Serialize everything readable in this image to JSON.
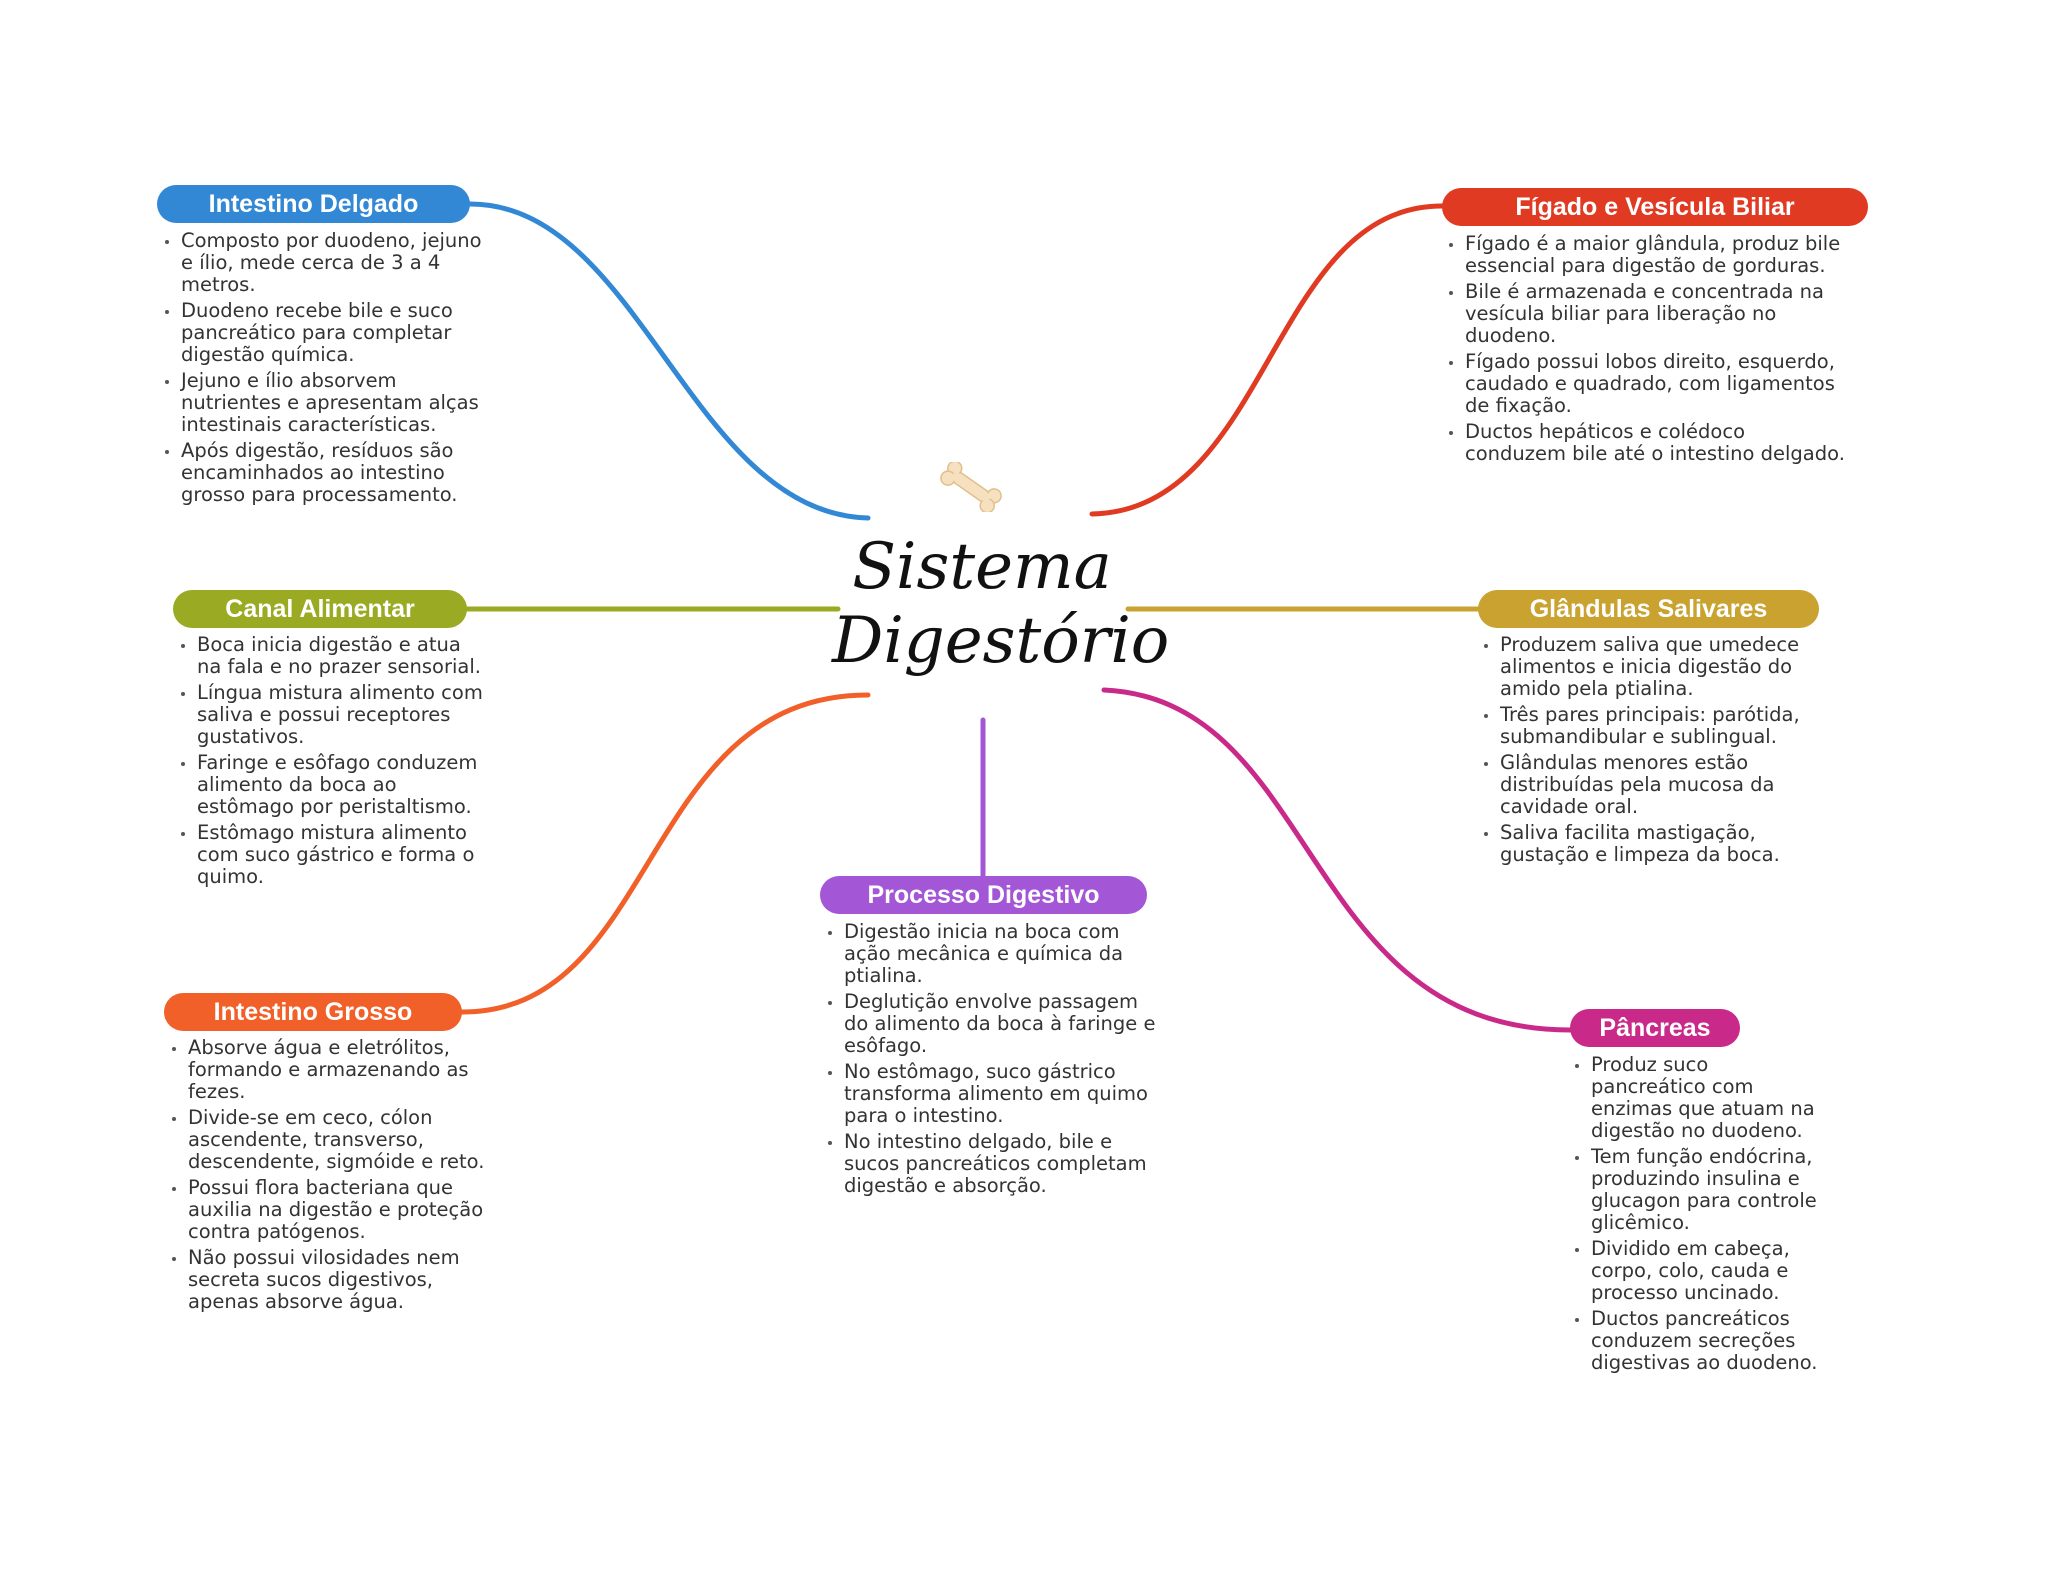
{
  "title": {
    "line1": "Sistema",
    "line2": "Digestório"
  },
  "center_icon": "bone-icon",
  "branches": {
    "intestino_delgado": {
      "label": "Intestino Delgado",
      "color": "#3388d6",
      "items": [
        "Composto por duodeno, jejuno e ílio, mede cerca de 3 a 4 metros.",
        "Duodeno recebe bile e suco pancreático para completar digestão química.",
        "Jejuno e ílio absorvem nutrientes e apresentam alças intestinais características.",
        "Após digestão, resíduos são encaminhados ao intestino grosso para processamento."
      ]
    },
    "figado": {
      "label": "Fígado e Vesícula Biliar",
      "color": "#e03a22",
      "items": [
        "Fígado é a maior glândula, produz bile essencial para digestão de gorduras.",
        "Bile é armazenada e concentrada na vesícula biliar para liberação no duodeno.",
        "Fígado possui lobos direito, esquerdo, caudado e quadrado, com ligamentos de fixação.",
        "Ductos hepáticos e colédoco conduzem bile até o intestino delgado."
      ]
    },
    "canal_alimentar": {
      "label": "Canal Alimentar",
      "color": "#9aaa22",
      "items": [
        "Boca inicia digestão e atua na fala e no prazer sensorial.",
        "Língua mistura alimento com saliva e possui receptores gustativos.",
        "Faringe e esôfago conduzem alimento da boca ao estômago por peristaltismo.",
        "Estômago mistura alimento com suco gástrico e forma o quimo."
      ]
    },
    "glandulas": {
      "label": "Glândulas Salivares",
      "color": "#c9a230",
      "items": [
        "Produzem saliva que umedece alimentos e inicia digestão do amido pela ptialina.",
        "Três pares principais: parótida, submandibular e sublingual.",
        "Glândulas menores estão distribuídas pela mucosa da cavidade oral.",
        "Saliva facilita mastigação, gustação e limpeza da boca."
      ]
    },
    "processo": {
      "label": "Processo Digestivo",
      "color": "#a357d6",
      "items": [
        "Digestão inicia na boca com ação mecânica e química da ptialina.",
        "Deglutição envolve passagem do alimento da boca à faringe e esôfago.",
        "No estômago, suco gástrico transforma alimento em quimo para o intestino.",
        "No intestino delgado, bile e sucos pancreáticos completam digestão e absorção."
      ]
    },
    "intestino_grosso": {
      "label": "Intestino Grosso",
      "color": "#f2602a",
      "items": [
        "Absorve água e eletrólitos, formando e armazenando as fezes.",
        "Divide-se em ceco, cólon ascendente, transverso, descendente, sigmóide e reto.",
        "Possui flora bacteriana que auxilia na digestão e proteção contra patógenos.",
        "Não possui vilosidades nem secreta sucos digestivos, apenas absorve água."
      ]
    },
    "pancreas": {
      "label": "Pâncreas",
      "color": "#c92a8a",
      "items": [
        "Produz suco pancreático com enzimas que atuam na digestão no duodeno.",
        "Tem função endócrina, produzindo insulina e glucagon para controle glicêmico.",
        "Dividido em cabeça, corpo, colo, cauda e processo uncinado.",
        "Ductos pancreáticos conduzem secreções digestivas ao duodeno."
      ]
    }
  }
}
